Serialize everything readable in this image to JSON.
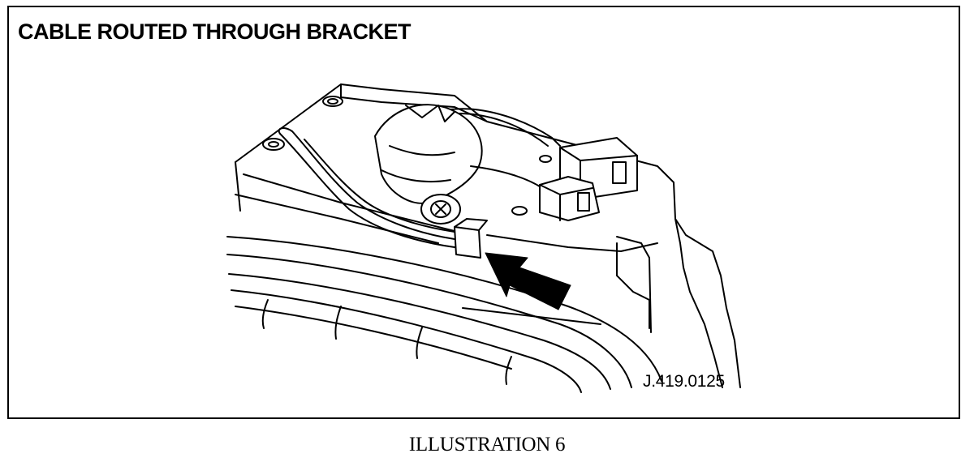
{
  "figure": {
    "title": "CABLE ROUTED THROUGH BRACKET",
    "reference_code": "J.419.0125",
    "caption": "ILLUSTRATION 6"
  }
}
